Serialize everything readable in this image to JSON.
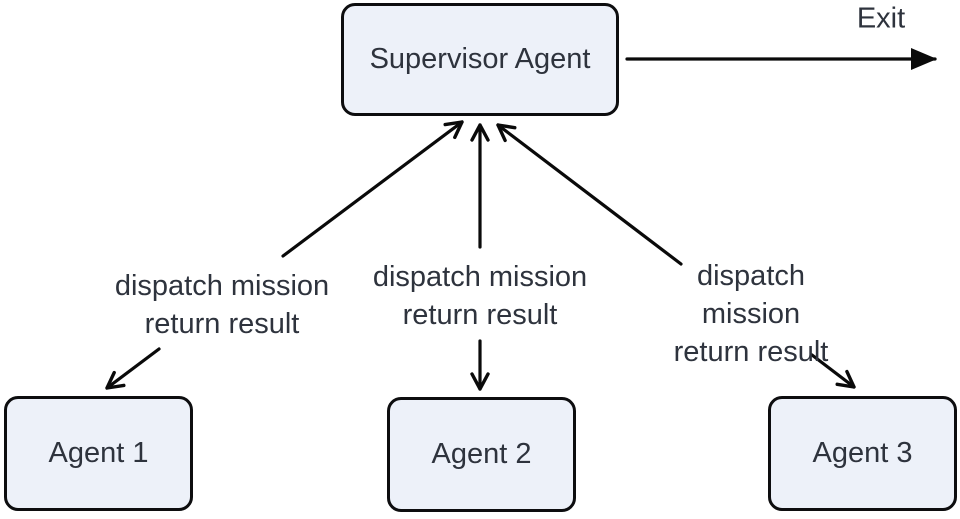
{
  "diagram": {
    "type": "flowchart",
    "nodes": [
      {
        "id": "supervisor",
        "label": "Supervisor Agent"
      },
      {
        "id": "agent1",
        "label": "Agent 1"
      },
      {
        "id": "agent2",
        "label": "Agent 2"
      },
      {
        "id": "agent3",
        "label": "Agent 3"
      }
    ],
    "edges": [
      {
        "from": "Supervisor Agent",
        "to": "Agent 1",
        "direction": "bidirectional",
        "label": "dispatch mission\nreturn result"
      },
      {
        "from": "Supervisor Agent",
        "to": "Agent 2",
        "direction": "bidirectional",
        "label": "dispatch mission\nreturn result"
      },
      {
        "from": "Supervisor Agent",
        "to": "Agent 3",
        "direction": "bidirectional",
        "label": "dispatch mission\nreturn result"
      }
    ],
    "exit_edge": {
      "from": "Supervisor Agent",
      "direction": "right",
      "label": "Exit"
    },
    "colors": {
      "background": "#ffffff",
      "node_fill": "#edf1f9",
      "node_border": "#0d0d0f",
      "line": "#0a0a0a",
      "text": "#2e333d"
    }
  }
}
